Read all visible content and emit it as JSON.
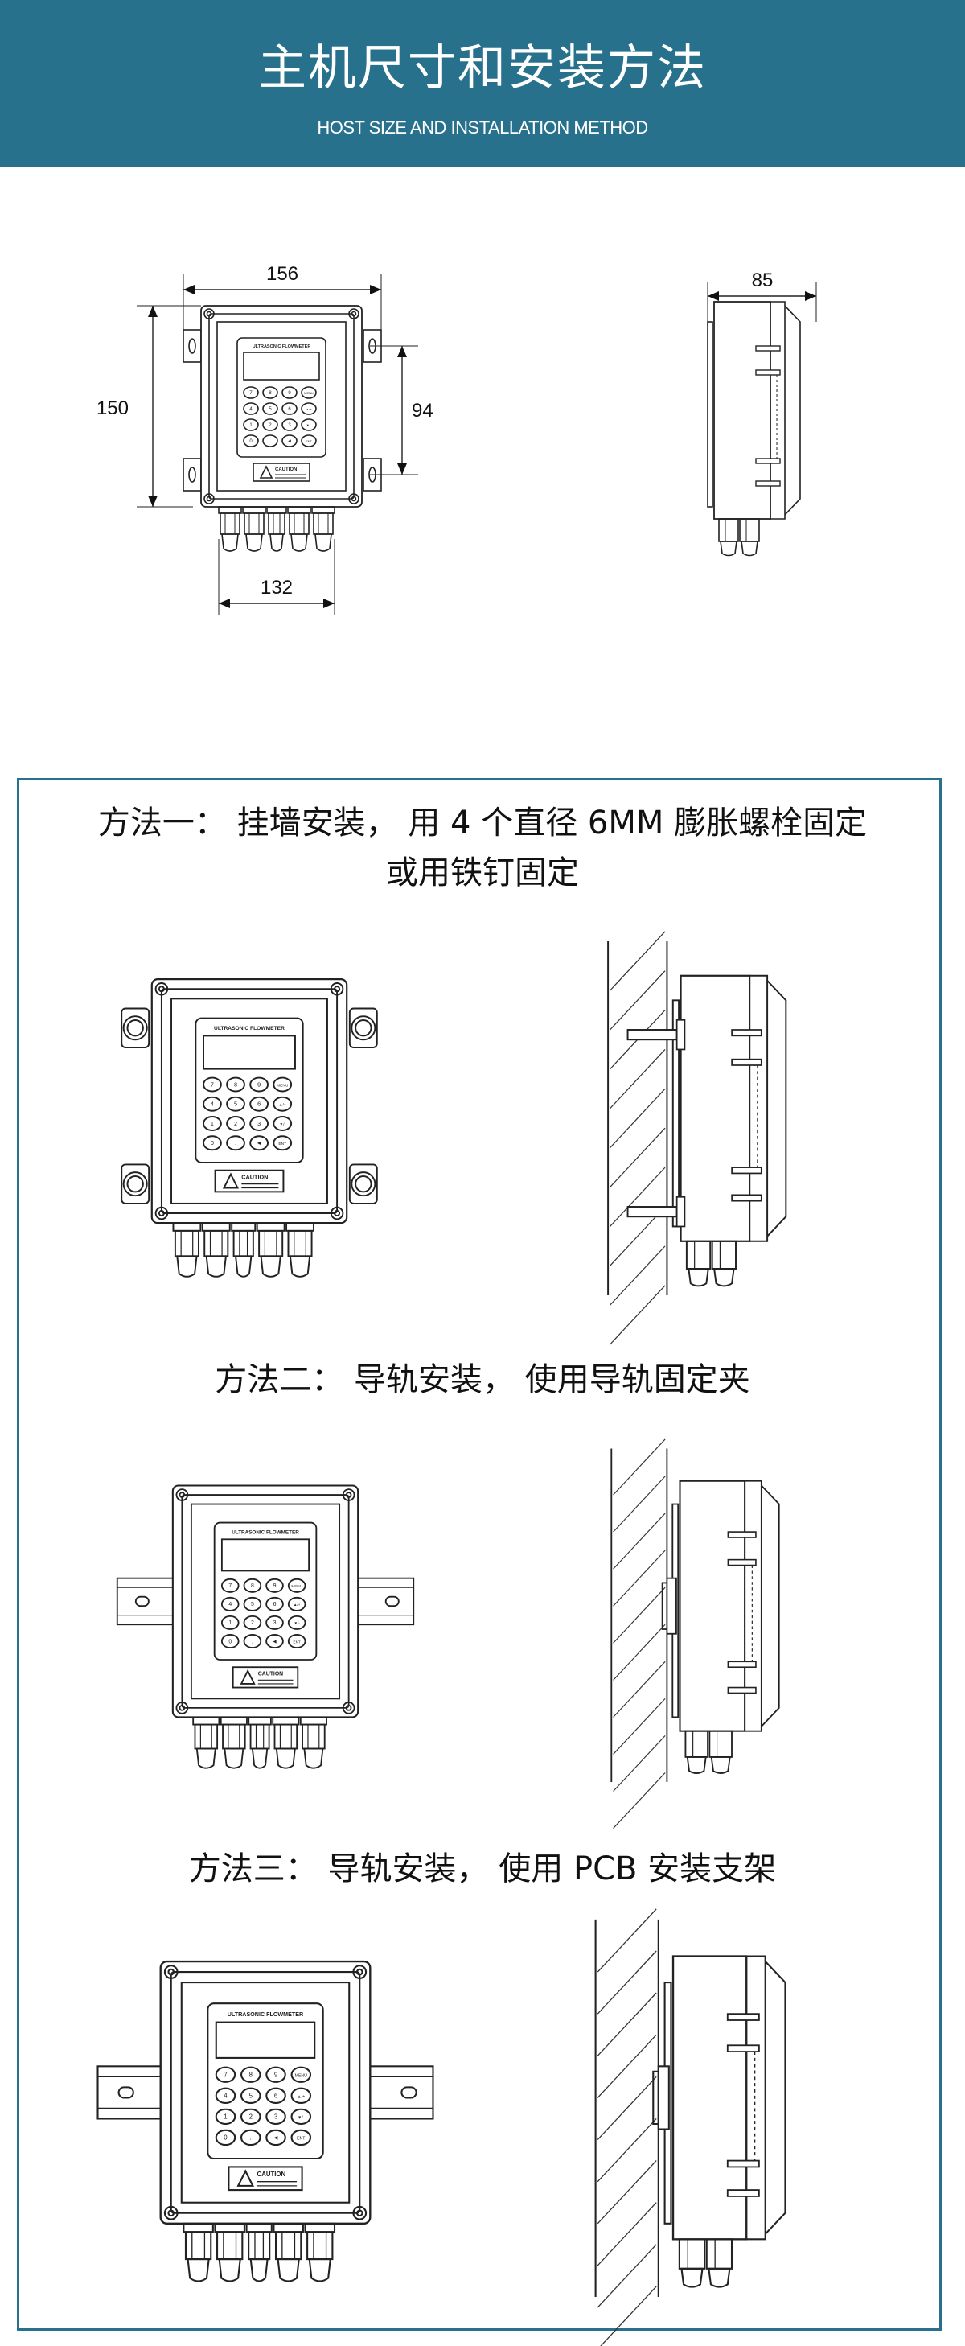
{
  "header": {
    "title": "主机尺寸和安装方法",
    "subtitle": "HOST SIZE AND INSTALLATION METHOD",
    "background_color": "#28718d"
  },
  "dimensions": {
    "width": "156",
    "height": "150",
    "mount_spacing": "94",
    "bottom_width": "132",
    "depth": "85"
  },
  "device": {
    "panel_title": "ULTRASONIC FLOWMETER",
    "caution": "CAUTION",
    "keys": [
      "7",
      "8",
      "9",
      "MENU",
      "4",
      "5",
      "6",
      "▲/+",
      "1",
      "2",
      "3",
      "▼/-",
      "0",
      ".",
      "◄",
      "ENT"
    ]
  },
  "methods": [
    {
      "line1": "方法一： 挂墙安装， 用 4 个直径 6MM 膨胀螺栓固定",
      "line2": "或用铁钉固定"
    },
    {
      "line1": "方法二： 导轨安装， 使用导轨固定夹"
    },
    {
      "line1": "方法三： 导轨安装， 使用 PCB 安装支架"
    }
  ],
  "frame_color": "#28718d"
}
